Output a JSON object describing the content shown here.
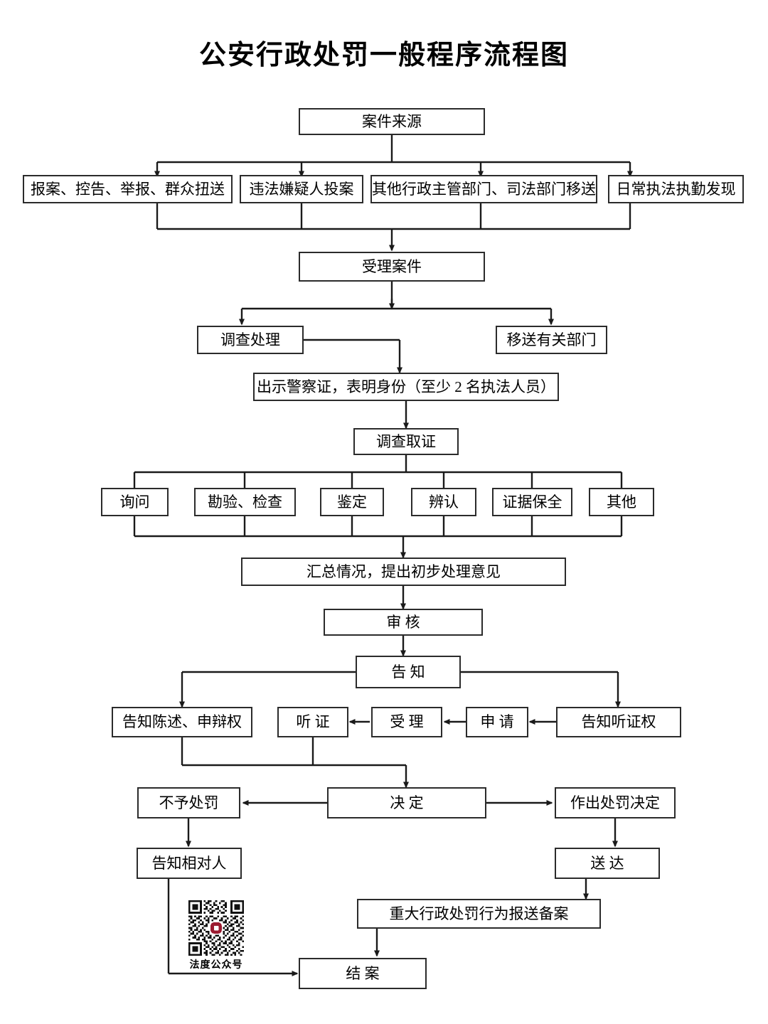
{
  "document": {
    "title": "公安行政处罚一般程序流程图",
    "type": "flowchart",
    "accent_color": "#9b1b30",
    "line_color": "#2b2b2b",
    "background": "#ffffff"
  },
  "nodes": {
    "case_source": "案件来源",
    "source_report": "报案、控告、举报、群众扭送",
    "source_surrender": "违法嫌疑人投案",
    "source_transfer": "其他行政主管部门、司法部门移送",
    "source_patrol": "日常执法执勤发现",
    "accept_case": "受理案件",
    "investigate_handle": "调查处理",
    "transfer_department": "移送有关部门",
    "show_id": "出示警察证，表明身份（至少 2 名执法人员）",
    "collect_evidence": "调查取证",
    "ev_inquiry": "询问",
    "ev_survey": "勘验、检查",
    "ev_appraisal": "鉴定",
    "ev_identify": "辨认",
    "ev_preserve": "证据保全",
    "ev_other": "其他",
    "summarize": "汇总情况，提出初步处理意见",
    "review": "审    核",
    "notify": "告    知",
    "notify_statement_right": "告知陈述、申辩权",
    "hearing": "听  证",
    "accept_hearing": "受  理",
    "apply_hearing": "申  请",
    "notify_hearing_right": "告知听证权",
    "decision": "决    定",
    "no_penalty": "不予处罚",
    "make_penalty": "作出处罚决定",
    "notify_party": "告知相对人",
    "serve": "送    达",
    "major_filing": "重大行政处罚行为报送备案",
    "close_case": "结    案"
  },
  "qr": {
    "label": "法度公众号",
    "icon": "qr-code-icon"
  }
}
